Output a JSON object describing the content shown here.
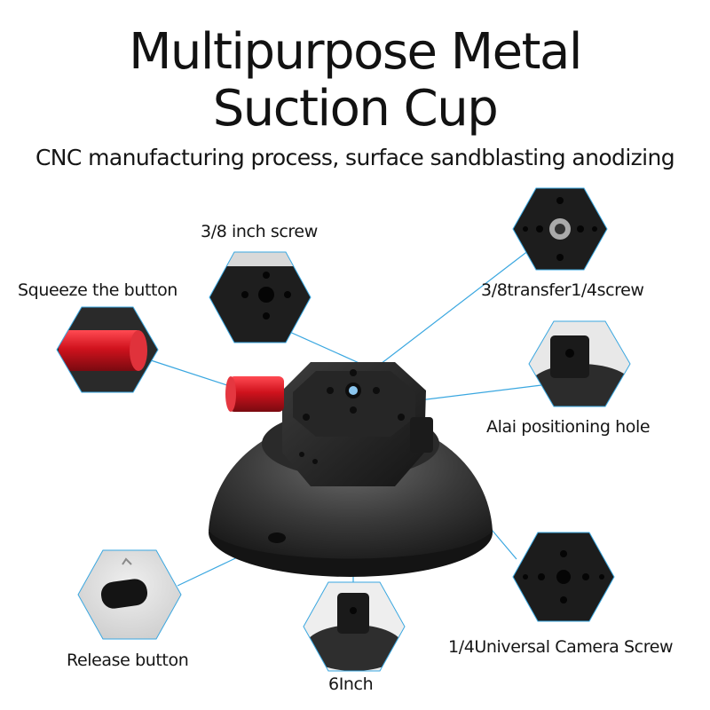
{
  "title": {
    "line1": "Multipurpose Metal",
    "line2": "Suction Cup"
  },
  "subtitle": "CNC manufacturing process, surface sandblasting anodizing",
  "callouts": {
    "screw38": "3/8 inch screw",
    "squeeze": "Squeeze the button",
    "transfer": "3/8transfer1/4screw",
    "alai": "Alai positioning hole",
    "release": "Release button",
    "size": "6Inch",
    "camera": "1/4Universal Camera Screw"
  },
  "colors": {
    "accent_line": "#3aa7e0",
    "button_red": "#c8141f",
    "metal_dark": "#2b2b2b"
  },
  "icons": [
    "hexagon-detail-screw38",
    "hexagon-detail-transfer",
    "hexagon-detail-squeeze",
    "hexagon-detail-alai",
    "hexagon-detail-release",
    "hexagon-detail-size",
    "hexagon-detail-camera"
  ]
}
